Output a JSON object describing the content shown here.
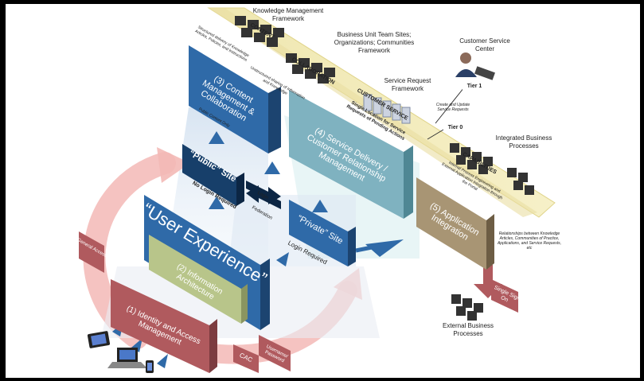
{
  "frameworks": {
    "knowledge": "Knowledge Management Framework",
    "business_unit": "Business Unit Team Sites; Organizations; Communities Framework",
    "service_request": "Service Request Framework",
    "customer_service_center": "Customer Service Center",
    "integrated": "Integrated Business Processes",
    "external": "External Business Processes"
  },
  "bands": {
    "content": "CONTENT",
    "collaboration": "COLLABORATION",
    "customer_service": "CUSTOMER SERVICE",
    "capabilities": "CAPABILITIES",
    "content_note": "Structured delivery of Knowledge Articles, Policies, and Instructions",
    "collab_note": "Unstructured sharing of Information and Knowledge",
    "service_note": "Single Location for Service Requests of Pending Actions",
    "capabilities_note": "Internal Process Engineering and External Application Integration through the Portal",
    "relationship_note": "Relationships between Knowledge Articles, Communities of Practice, Applications, and Service Requests, etc"
  },
  "tiers": {
    "tier1": "Tier 1",
    "tier0": "Tier 0",
    "tier_note": "Create and Update Service Requests"
  },
  "blocks": {
    "content_mgmt": "(3) Content Management & Collaboration",
    "service_delivery": "(4) Service Delivery / Customer Relationship Management",
    "application_integration": "(5) Application Integration",
    "public_site": "“Public” Site",
    "private_site": "“Private” Site",
    "user_experience": "“User Experience”",
    "info_arch": "(2) Information Architecture",
    "identity": "(1) Identity and Access Management",
    "general_access": "General Access",
    "cac": "CAC",
    "username": "Username/ Password",
    "sso": "Single Sign On"
  },
  "labels": {
    "public_content_only": "Public Content Only",
    "no_login": "No Login Required",
    "login": "Login",
    "federation": "Federation",
    "login_required": "Login Required"
  },
  "colors": {
    "blue": "#2f6aa8",
    "dark_blue": "#173f6a",
    "teal": "#7fb2c0",
    "olive": "#b8c58a",
    "tan": "#a89574",
    "rose": "#b05a5e",
    "pink_arrow": "#f0b3b1"
  }
}
